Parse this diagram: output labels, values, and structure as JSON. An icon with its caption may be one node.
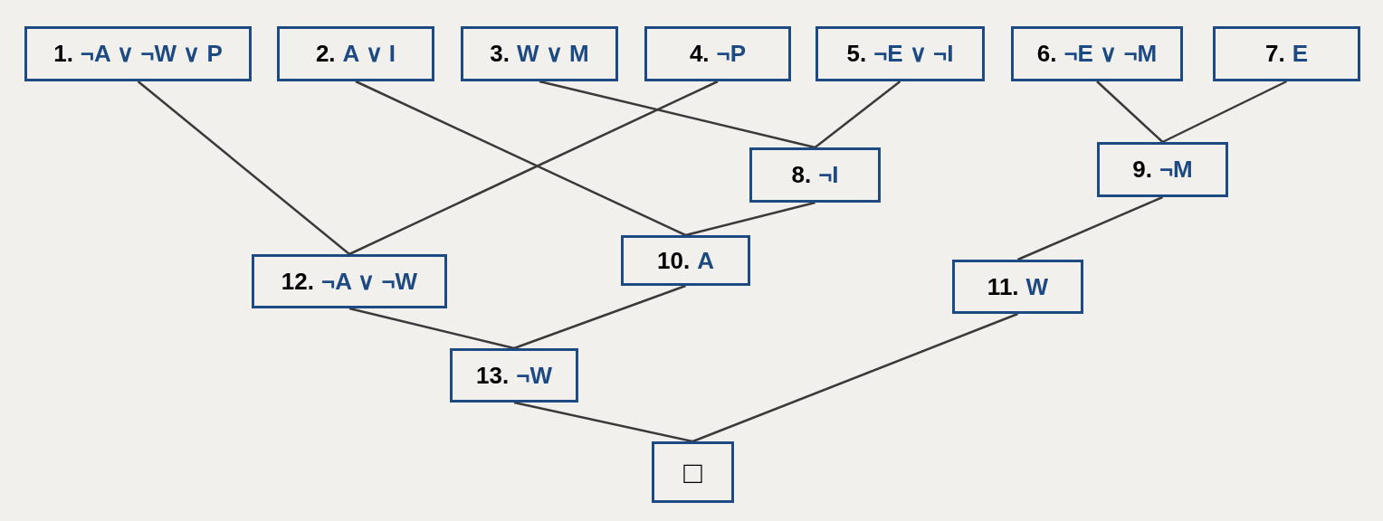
{
  "diagram": {
    "nodes": [
      {
        "text": [
          "1.",
          "¬A ∨ ¬W ∨ P"
        ]
      },
      {
        "text": [
          "2.",
          "A ∨ I"
        ]
      },
      {
        "text": [
          "3.",
          "W ∨ M"
        ]
      },
      {
        "text": [
          "4.",
          "¬P"
        ]
      },
      {
        "text": [
          "5.",
          "¬E ∨ ¬I"
        ]
      },
      {
        "text": [
          "6.",
          "¬E ∨ ¬M"
        ]
      },
      {
        "text": [
          "7.",
          "E"
        ]
      },
      {
        "text": [
          "8.",
          "¬I"
        ]
      },
      {
        "text": [
          "9.",
          "¬M"
        ]
      },
      {
        "text": [
          "10.",
          "A"
        ]
      },
      {
        "text": [
          "11.",
          "W"
        ]
      },
      {
        "text": [
          "12.",
          "¬A ∨ ¬W"
        ]
      },
      {
        "text": [
          "13.",
          "¬W"
        ]
      },
      {
        "text": [
          "□"
        ]
      }
    ],
    "edges": [
      {
        "from": 0,
        "to": 11,
        "arrow": "none"
      },
      {
        "from": 3,
        "to": 11,
        "arrow": "none"
      },
      {
        "from": 1,
        "to": 9,
        "arrow": "none"
      },
      {
        "from": 2,
        "to": 7,
        "arrow": "none"
      },
      {
        "from": 4,
        "to": 7,
        "arrow": "none"
      },
      {
        "from": 5,
        "to": 8,
        "arrow": "none"
      },
      {
        "from": 6,
        "to": 8,
        "arrow": "none"
      },
      {
        "from": 7,
        "to": 9,
        "arrow": "none"
      },
      {
        "from": 8,
        "to": 10,
        "arrow": "none"
      },
      {
        "from": 11,
        "to": 12,
        "arrow": "none"
      },
      {
        "from": 9,
        "to": 12,
        "arrow": "none"
      },
      {
        "from": 12,
        "to": 13,
        "arrow": "none"
      },
      {
        "from": 10,
        "to": 13,
        "arrow": "none"
      }
    ]
  }
}
